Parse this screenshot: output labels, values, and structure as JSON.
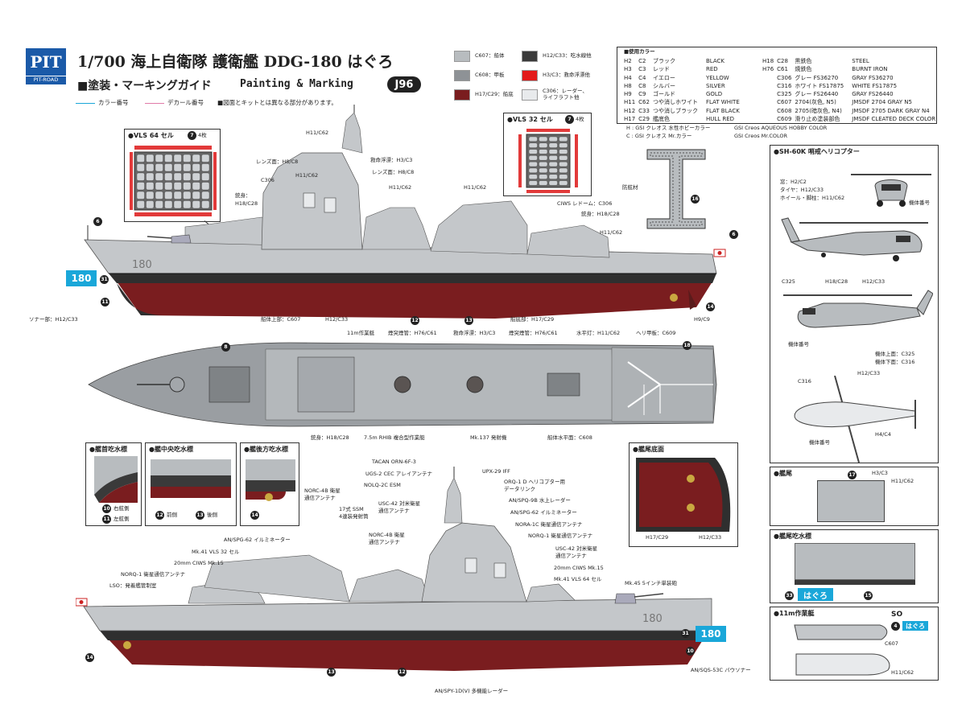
{
  "header": {
    "brand_top": "PIT",
    "brand_bottom": "PIT-ROAD",
    "title": "1/700 海上自衛隊 護衛艦 DDG-180 はぐろ",
    "subtitle_jp": "■塗装・マーキングガイド",
    "subtitle_en": "Painting & Marking",
    "code": "J96",
    "legend_color": "カラー番号",
    "legend_decal": "デカール番号",
    "note": "■図面とキットとは異なる部分があります。"
  },
  "swatches": [
    {
      "label": "C607：船体",
      "color": "#b8bcbf"
    },
    {
      "label": "C608：甲板",
      "color": "#8e9296"
    },
    {
      "label": "H17/C29：船底",
      "color": "#7a1d1f"
    },
    {
      "label": "H12/C33：吃水線他",
      "color": "#3a3a3a"
    },
    {
      "label": "H3/C3：救命浮漂他",
      "color": "#e31b1b"
    },
    {
      "label": "C306：レーダー、",
      "label2": "ライフラフト他",
      "color": "#e8eaec"
    }
  ],
  "colors_used": {
    "title": "■使用カラー",
    "left": [
      [
        "H2",
        "C2",
        "ブラック",
        "BLACK"
      ],
      [
        "H3",
        "C3",
        "レッド",
        "RED"
      ],
      [
        "H4",
        "C4",
        "イエロー",
        "YELLOW"
      ],
      [
        "H8",
        "C8",
        "シルバー",
        "SILVER"
      ],
      [
        "H9",
        "C9",
        "ゴールド",
        "GOLD"
      ],
      [
        "H11",
        "C62",
        "つや消しホワイト",
        "FLAT WHITE"
      ],
      [
        "H12",
        "C33",
        "つや消しブラック",
        "FLAT BLACK"
      ],
      [
        "H17",
        "C29",
        "艦底色",
        "HULL RED"
      ]
    ],
    "right": [
      [
        "H18",
        "C28",
        "黒鉄色",
        "STEEL"
      ],
      [
        "H76",
        "C61",
        "焼鉄色",
        "BURNT IRON"
      ],
      [
        "",
        "C306",
        "グレー FS36270",
        "GRAY FS36270"
      ],
      [
        "",
        "C316",
        "ホワイト FS17875",
        "WHITE FS17875"
      ],
      [
        "",
        "C325",
        "グレー FS26440",
        "GRAY FS26440"
      ],
      [
        "",
        "C607",
        "2704(灰色, N5)",
        "JMSDF 2704 GRAY N5"
      ],
      [
        "",
        "C608",
        "2705(暗灰色, N4)",
        "JMSDF 2705 DARK GRAY N4"
      ],
      [
        "",
        "C609",
        "滑り止め塗装部色",
        "JMSDF CLEATED DECK COLOR"
      ]
    ],
    "footnote1_jp": "H : GSI クレオス 水性ホビーカラー",
    "footnote1_en": "GSI Creos AQUEOUS HOBBY COLOR",
    "footnote2_jp": "C : GSI クレオス Mr.カラー",
    "footnote2_en": "GSI Creos Mr.COLOR"
  },
  "vls64": {
    "title": "●VLS 64 セル",
    "badge": "7",
    "count": "4枚"
  },
  "vls32": {
    "title": "●VLS 32 セル",
    "badge": "7",
    "count": "4枚"
  },
  "side_view": {
    "hull_number": "180",
    "pennant": "180",
    "labels": {
      "h11_top": "H11/C62",
      "lens1": "レンズ面：H8/C8",
      "buoy": "救命浮漂：H3/C3",
      "h11_a": "H11/C62",
      "lens2": "レンズ面：H8/C8",
      "c306": "C306",
      "h11_b": "H11/C62",
      "h11_c": "H11/C62",
      "barrel": "銃身：",
      "barrel2": "H18/C28",
      "ciws_dome": "CIWS レドーム：C306",
      "barrel_r": "銃身：H18/C28",
      "h11_d": "H11/C62",
      "sonar": "ソナー部：H12/C33",
      "hull_upper": "船体上部：C607",
      "h12": "H12/C33",
      "hull_bottom": "船底部：H17/C29",
      "prop": "H9/C9",
      "anti_roll": "防舷材"
    }
  },
  "top_view": {
    "labels": {
      "boat11": "11m作業艇",
      "stack1": "煙突煙管：H76/C61",
      "buoy": "救命浮漂：H3/C3",
      "stack2": "煙突煙管：H76/C61",
      "beacon": "水平灯：H11/C62",
      "heli_deck": "ヘリ甲板：C609",
      "barrel": "銃身：H18/C28",
      "rhib": "7.5m RHIB 複合型作業艇",
      "mk137": "Mk.137 発射機",
      "deck": "船体水平面：C608"
    }
  },
  "draft_marks": {
    "bow": {
      "title": "●艦首吃水標",
      "l1": "右舷側",
      "l2": "左舷側"
    },
    "mid": {
      "title": "●艦中央吃水標",
      "l1": "前側",
      "l2": "後側"
    },
    "aft": {
      "title": "●艦後方吃水標"
    }
  },
  "stern_bottom": {
    "title": "●艦尾底面",
    "l1": "H17/C29",
    "l2": "H12/C33"
  },
  "helicopter": {
    "title": "●SH-60K 哨戒ヘリコプター",
    "window": "窓：H2/C2",
    "tire": "タイヤ：H12/C33",
    "wheel": "ホイール・脚柱：H11/C62",
    "reg": "機体番号",
    "c325": "C325",
    "h18": "H18/C28",
    "h12": "H12/C33",
    "upper": "機体上面：C325",
    "lower": "機体下面：C316",
    "c316": "C316",
    "h12b": "H12/C33",
    "h4": "H4/C4",
    "reg2": "機体番号",
    "reg3": "機体番号"
  },
  "stern": {
    "title": "●艦尾",
    "l1": "H3/C3",
    "l2": "H11/C62"
  },
  "stern_draft": {
    "title": "●艦尾吃水標",
    "name": "はぐろ"
  },
  "boat": {
    "title": "●11m作業艇",
    "so": "SO",
    "name": "はぐろ",
    "l1": "C607",
    "l2": "H11/C62"
  },
  "port_view": {
    "hull_number": "180",
    "pennant": "180",
    "labels": {
      "tacan": "TACAN ORN-6F-3",
      "ugs": "UGS-2 CEC アレイアンテナ",
      "nolq": "NOLQ-2C ESM",
      "upx": "UPX-29 IFF",
      "orq": "ORQ-1 D ヘリコプター用",
      "orq2": "データリンク",
      "norc_a": "NORC-4B 衛星",
      "norc_a2": "通信アンテナ",
      "spq": "AN/SPQ-9B 水上レーダー",
      "usc42a": "USC-42 対米衛星",
      "usc42a2": "通信アンテナ",
      "ssm": "17式 SSM",
      "ssm2": "4連装発射筒",
      "spg_r": "AN/SPG-62 イルミネーター",
      "nora": "NORA-1C 衛星通信アンテナ",
      "norq_r": "NORQ-1 衛星通信アンテナ",
      "spg_l": "AN/SPG-62 イルミネーター",
      "norc_b": "NORC-4B 衛星",
      "norc_b2": "通信アンテナ",
      "usc42b": "USC-42 対米衛星",
      "usc42b2": "通信アンテナ",
      "vls32": "Mk.41 VLS 32 セル",
      "ciws_l": "20mm CIWS Mk.15",
      "norq_l": "NORQ-1 衛星通信アンテナ",
      "lso": "LSO：発着艦管制室",
      "ciws_r": "20mm CIWS Mk.15",
      "vls64": "Mk.41 VLS 64 セル",
      "mk45": "Mk.45 5インチ単装砲",
      "spy": "AN/SPY-1D(V) 多機能レーダー",
      "sqs": "AN/SQS-53C バウソナー"
    }
  }
}
